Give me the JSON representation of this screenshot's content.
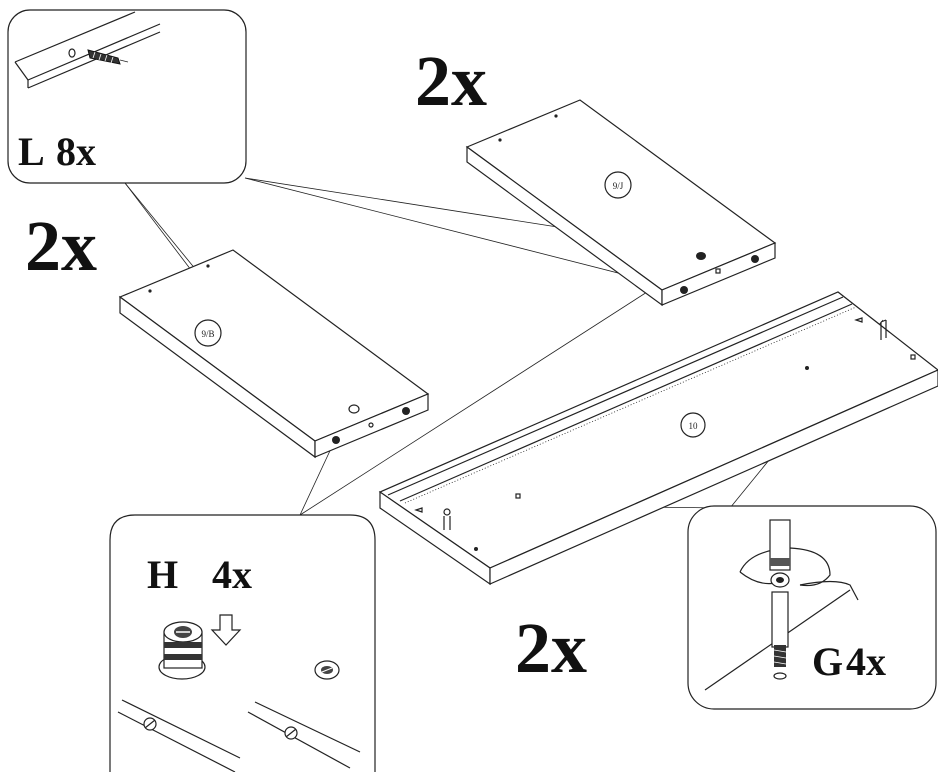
{
  "quantities": {
    "panel_9B": "2x",
    "panel_9J": "2x",
    "panel_10": "2x"
  },
  "part_numbers": {
    "panel_9B": "9/B",
    "panel_9J": "9/J",
    "panel_10": "10"
  },
  "callouts": {
    "L": {
      "letter": "L",
      "count": "8x"
    },
    "H": {
      "letter": "H",
      "count": "4x"
    },
    "G": {
      "letter": "G",
      "count": "4x"
    }
  }
}
